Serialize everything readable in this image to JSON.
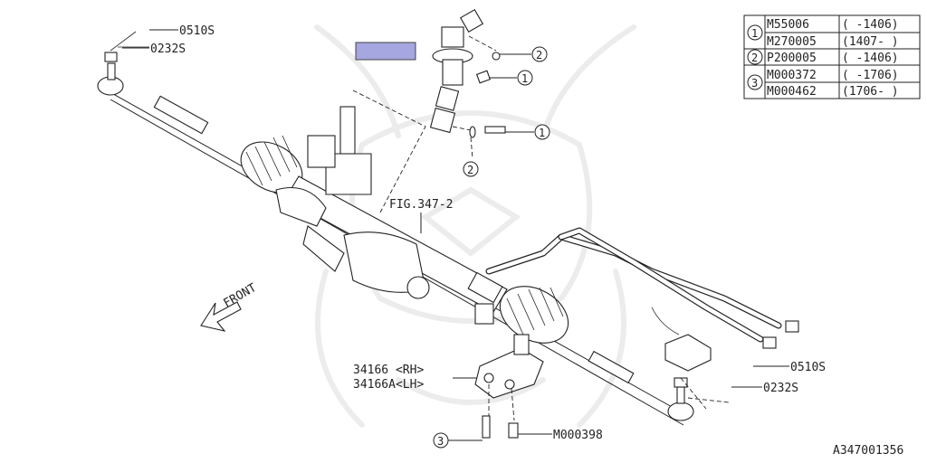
{
  "diagram_id": "A347001356",
  "fig_ref": "FIG.347-2",
  "front_label": "FRONT",
  "callouts": {
    "tie_rod_left_top": "0510S",
    "tie_rod_left_bottom": "0232S",
    "tie_rod_right_top": "0510S",
    "tie_rod_right_bottom": "0232S",
    "bracket_rh": "34166 <RH>",
    "bracket_lh": "34166A<LH>",
    "bolt_right": "M000398",
    "ref_1": "1",
    "ref_2": "2",
    "ref_3": "3"
  },
  "legend": [
    {
      "ref": "1",
      "rows": [
        {
          "part": "M55006",
          "range": "( -1406)"
        },
        {
          "part": "M270005",
          "range": "(1407- )"
        }
      ]
    },
    {
      "ref": "2",
      "rows": [
        {
          "part": "P200005",
          "range": "( -1406)"
        }
      ]
    },
    {
      "ref": "3",
      "rows": [
        {
          "part": "M000372",
          "range": "( -1706)"
        },
        {
          "part": "M000462",
          "range": "(1706- )"
        }
      ]
    }
  ],
  "colors": {
    "line": "#222222",
    "highlight_box": "#a6a6e0",
    "watermark": "#ececec"
  }
}
